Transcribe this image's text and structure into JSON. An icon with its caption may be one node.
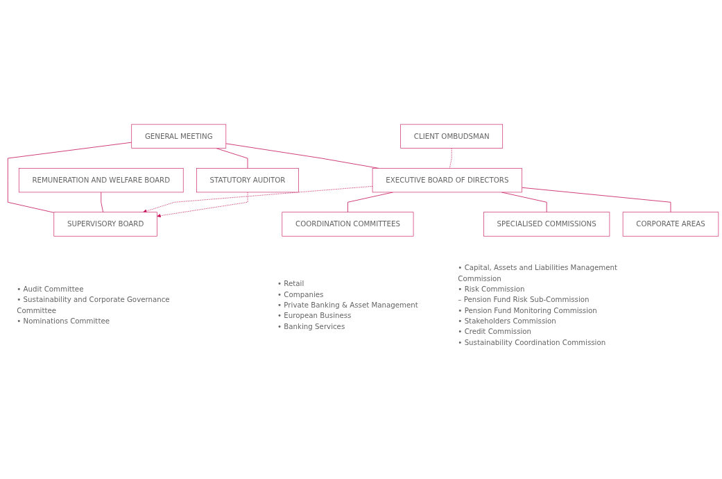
{
  "diagram": {
    "nodes": [
      {
        "text": [
          "GENERAL MEETING"
        ]
      },
      {
        "text": [
          "REMUNERATION AND WELFARE BOARD"
        ]
      },
      {
        "text": [
          "CLIENT OMBUDSMAN"
        ]
      },
      {
        "text": [
          "EXECUTIVE BOARD OF DIRECTORS"
        ]
      },
      {
        "text": [
          "SUPERVISORY BOARD"
        ],
        "beside": [
          "• Audit Committee",
          "• Sustainability and Corporate Governance Committee",
          "• Nominations Committee"
        ]
      },
      {
        "text": [
          "STATUTORY AUDITOR"
        ]
      },
      {
        "text": [
          "COORDINATION COMMITTEES"
        ],
        "beside": [
          "• Retail",
          "• Companies",
          "• Private Banking & Asset Management",
          "• European Business",
          "• Banking Services"
        ]
      },
      {
        "text": [
          "SPECIALISED COMMISSIONS"
        ],
        "beside": [
          "• Capital, Assets and Liabilities Management Commission",
          "• Risk Commission",
          "– Pension Fund Risk Sub-Commission",
          "• Pension Fund Monitoring Commission",
          "• Stakeholders Commission",
          "• Credit Commission",
          "• Sustainability Coordination Commission"
        ]
      },
      {
        "text": [
          "CORPORATE AREAS"
        ]
      }
    ],
    "edges": [
      {
        "from": 0,
        "to": 4,
        "arrow": "none"
      },
      {
        "from": 1,
        "to": 4,
        "arrow": "none"
      },
      {
        "from": 0,
        "to": 3,
        "arrow": "none"
      },
      {
        "from": 0,
        "to": 5,
        "arrow": "none"
      },
      {
        "from": 2,
        "to": 3,
        "arrow": "none",
        "style": "dashed"
      },
      {
        "from": 3,
        "to": 4,
        "arrow": "to",
        "style": "dashed"
      },
      {
        "from": 5,
        "to": 4,
        "arrow": "to",
        "style": "dashed"
      },
      {
        "from": 3,
        "to": 6,
        "arrow": "none"
      },
      {
        "from": 3,
        "to": 7,
        "arrow": "none"
      },
      {
        "from": 3,
        "to": 8,
        "arrow": "none"
      }
    ]
  }
}
